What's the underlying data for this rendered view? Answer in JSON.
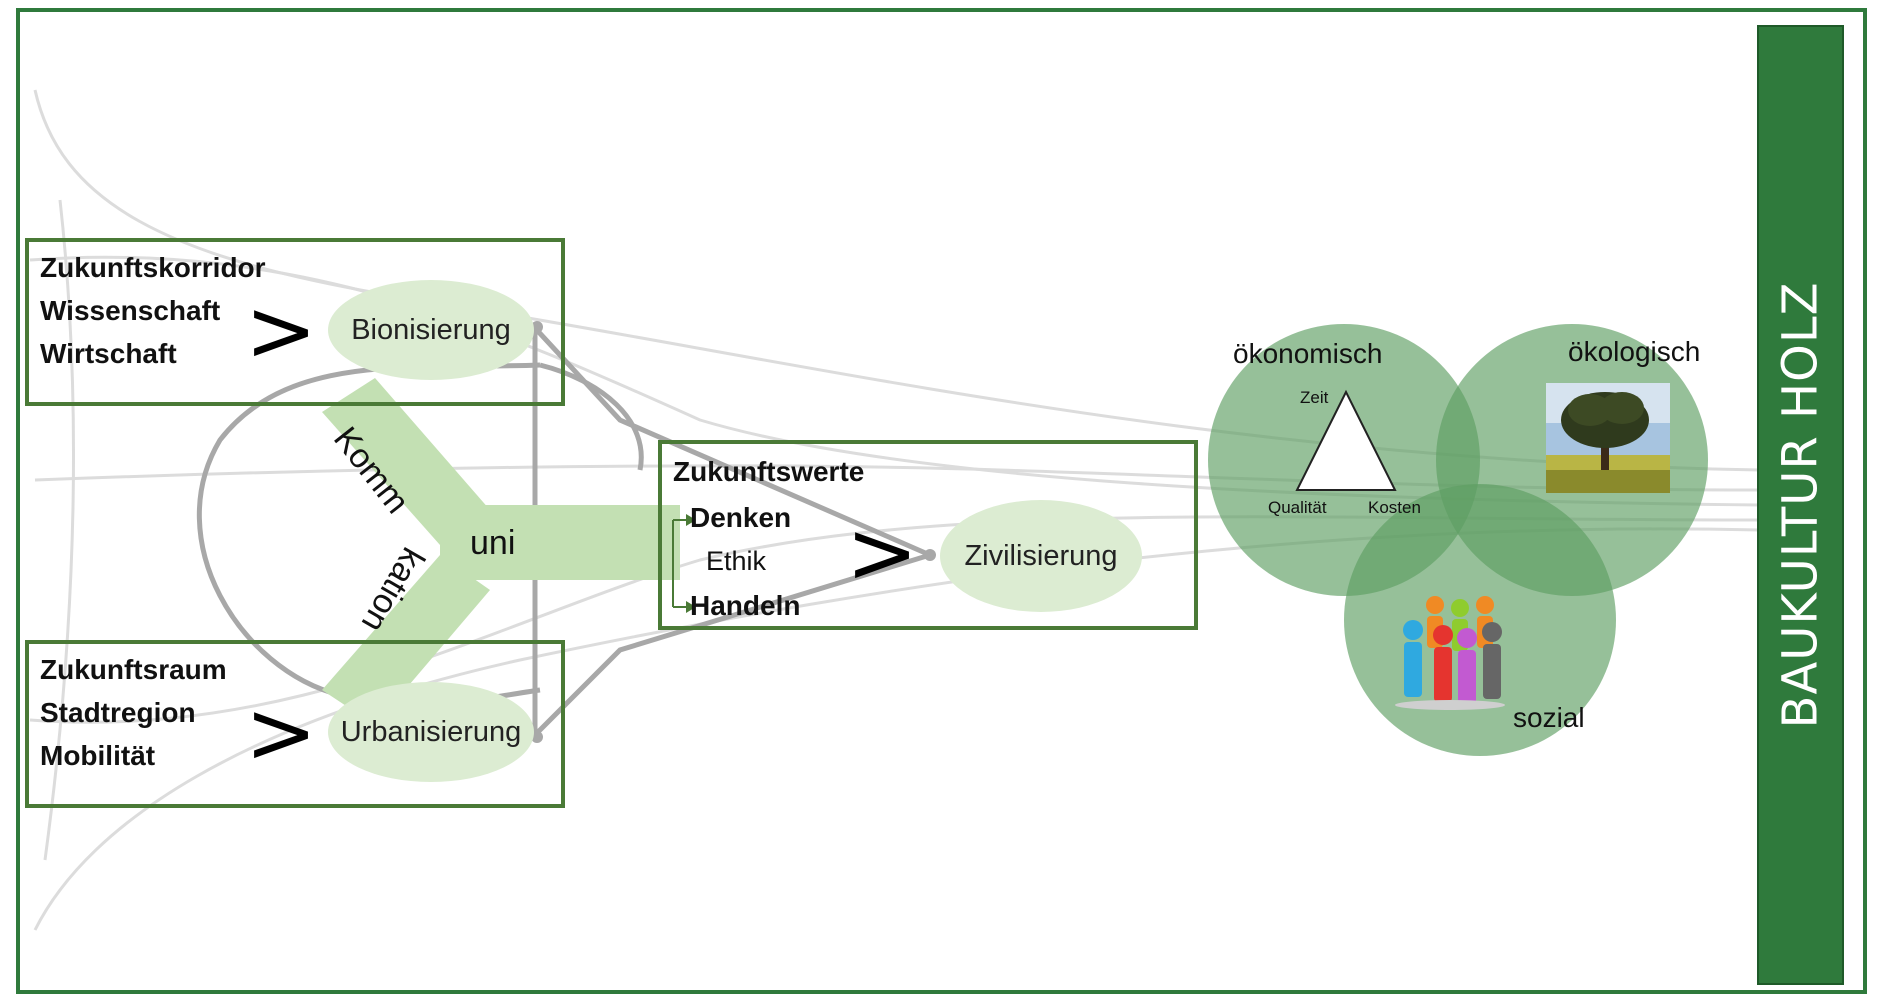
{
  "box_top": {
    "lines": [
      "Zukunftskorridor",
      "Wissenschaft",
      "Wirtschaft"
    ],
    "ellipse": "Bionisierung",
    "arrow": ">"
  },
  "box_bottom": {
    "lines": [
      "Zukunftsraum",
      "Stadtregion",
      "Mobilität"
    ],
    "ellipse": "Urbanisierung",
    "arrow": ">"
  },
  "kommunikation": {
    "part1": "Komm",
    "part2": "uni",
    "part3": "kation"
  },
  "box_middle": {
    "title": "Zukunftswerte",
    "denken": "Denken",
    "ethik": "Ethik",
    "handeln": "Handeln",
    "ellipse": "Zivilisierung",
    "arrow": ">"
  },
  "venn": {
    "oekonomisch": "ökonomisch",
    "oekologisch": "ökologisch",
    "sozial": "sozial",
    "triangle": {
      "top": "Zeit",
      "left": "Qualität",
      "right": "Kosten"
    }
  },
  "sidebar": {
    "label": "BAUKULTUR HOLZ"
  },
  "colors": {
    "frame": "#2f7a3c",
    "box_border": "#4a7a36",
    "ellipse": "#dcecd2",
    "venn": "#5e9e62"
  }
}
